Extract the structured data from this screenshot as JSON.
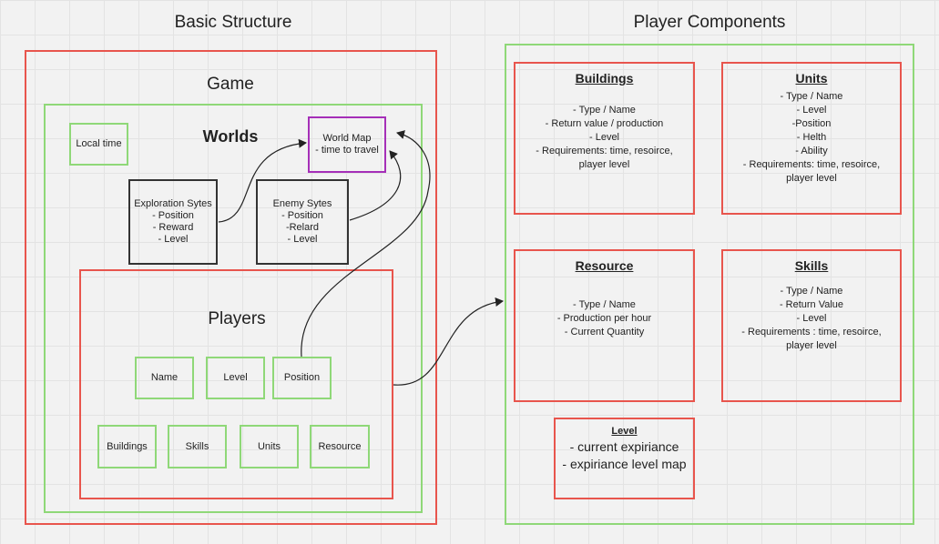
{
  "headings": {
    "left": "Basic Structure",
    "right": "Player Components"
  },
  "game": {
    "label": "Game"
  },
  "worlds": {
    "label": "Worlds",
    "local_time": "Local time",
    "world_map": [
      "World Map",
      "- time to travel"
    ],
    "exploration": [
      "Exploration Sytes",
      "- Position",
      "- Reward",
      "- Level"
    ],
    "enemy": [
      "Enemy Sytes",
      "- Position",
      "-Relard",
      "- Level"
    ]
  },
  "players": {
    "label": "Players",
    "row1": [
      "Name",
      "Level",
      "Position"
    ],
    "row2": [
      "Buildings",
      "Skills",
      "Units",
      "Resource"
    ]
  },
  "components": {
    "buildings": {
      "title": "Buildings",
      "lines": [
        "- Type / Name",
        "- Return value / production",
        "- Level",
        "- Requirements: time, resoirce,",
        "player level"
      ]
    },
    "units": {
      "title": "Units",
      "lines": [
        "- Type / Name",
        "- Level",
        "-Position",
        "- Helth",
        "- Ability",
        "- Requirements: time, resoirce,",
        "player level"
      ]
    },
    "resource": {
      "title": "Resource",
      "lines": [
        "- Type / Name",
        "- Production per hour",
        "- Current Quantity"
      ]
    },
    "skills": {
      "title": "Skills",
      "lines": [
        "- Type / Name",
        "- Return Value",
        "- Level",
        "- Requirements : time, resoirce,",
        "player level"
      ]
    },
    "level": {
      "title": "Level",
      "lines": [
        "- current expiriance",
        "- expiriance level map"
      ]
    }
  },
  "colors": {
    "red": "#e8554d",
    "green": "#8fd878",
    "purple": "#a52fb8",
    "black": "#333333"
  }
}
